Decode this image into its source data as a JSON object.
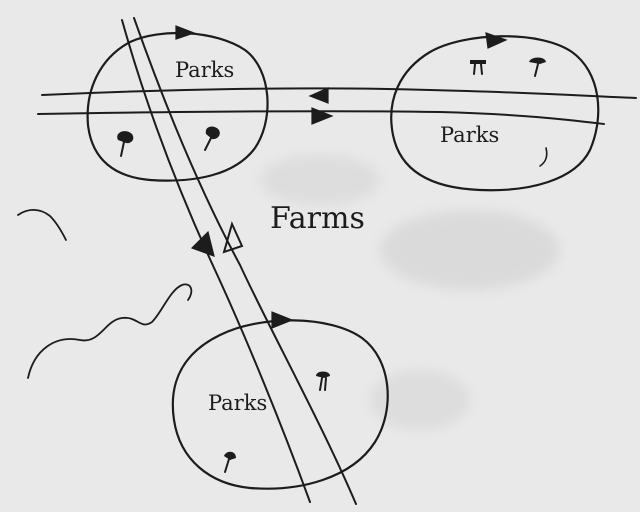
{
  "regions": {
    "park_top_left": {
      "label": "Parks"
    },
    "park_top_right": {
      "label": "Parks"
    },
    "park_bottom": {
      "label": "Parks"
    },
    "farms": {
      "label": "Farms"
    }
  },
  "colors": {
    "paper": "#e9e9e9",
    "ink": "#1c1c1c"
  }
}
